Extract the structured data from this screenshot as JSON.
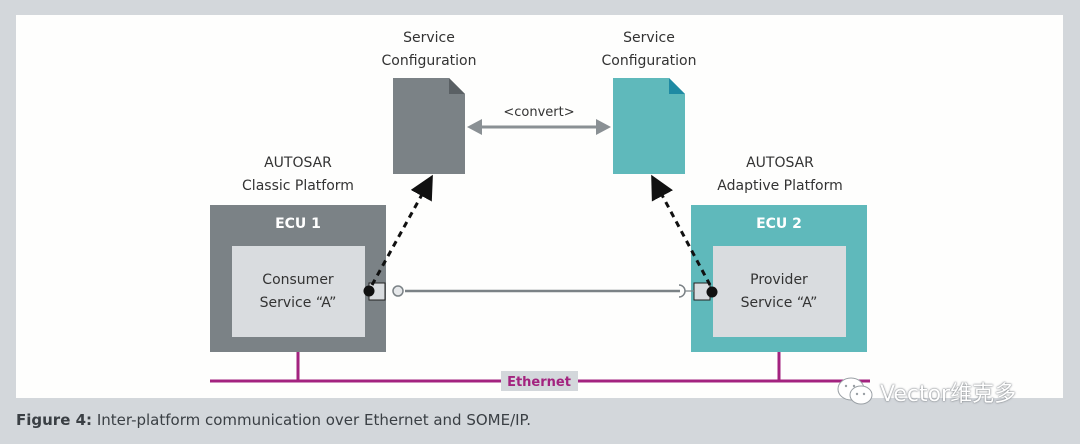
{
  "config_left": {
    "line1": "Service",
    "line2": "Configuration",
    "color": "#7b8286"
  },
  "config_right": {
    "line1": "Service",
    "line2": "Configuration",
    "color": "#5fb9bb"
  },
  "convert_label": "<convert>",
  "platform_left": {
    "line1": "AUTOSAR",
    "line2": "Classic Platform"
  },
  "platform_right": {
    "line1": "AUTOSAR",
    "line2": "Adaptive Platform"
  },
  "ecu1": {
    "title": "ECU 1",
    "service_line1": "Consumer",
    "service_line2": "Service “A”",
    "color": "#7b8286"
  },
  "ecu2": {
    "title": "ECU 2",
    "service_line1": "Provider",
    "service_line2": "Service “A”",
    "color": "#5fb9bb"
  },
  "bus": {
    "label": "Ethernet",
    "color": "#a3237f"
  },
  "caption": {
    "prefix": "Figure 4:",
    "text": " Inter-platform communication over Ethernet and SOME/IP."
  },
  "watermark": {
    "icon": "wechat-icon",
    "text": "Vector维克多"
  }
}
